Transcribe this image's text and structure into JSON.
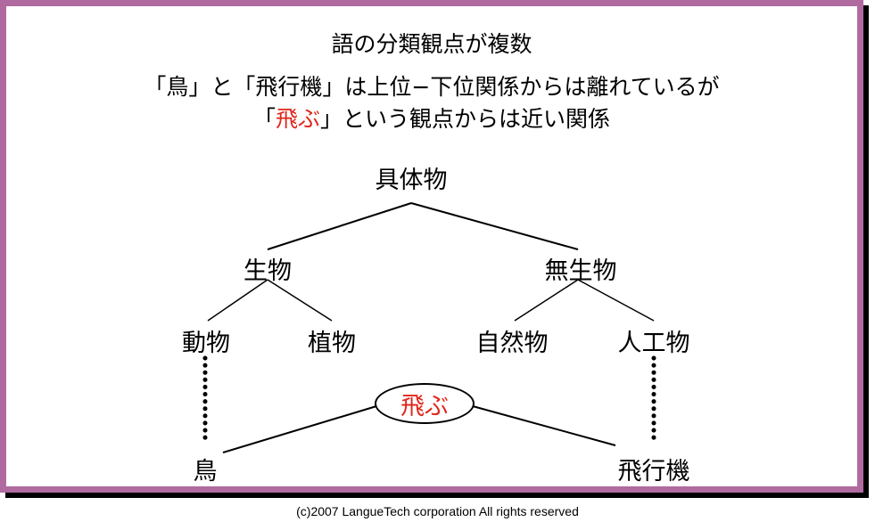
{
  "header": {
    "title": "語の分類観点が複数",
    "line1": "「鳥」と「飛行機」は上位−下位関係からは離れているが",
    "line2_open": "「",
    "line2_keyword": "飛ぶ",
    "line2_rest": "」という観点からは近い関係"
  },
  "tree": {
    "root": "具体物",
    "living": "生物",
    "nonliving": "無生物",
    "animal": "動物",
    "plant": "植物",
    "natural": "自然物",
    "artificial": "人工物",
    "bird": "鳥",
    "airplane": "飛行機",
    "fly": "飛ぶ"
  },
  "colors": {
    "frame": "#b06aa0",
    "accent": "#e0261b"
  },
  "footer": {
    "copyright": "(c)2007 LangueTech corporation All rights reserved"
  }
}
